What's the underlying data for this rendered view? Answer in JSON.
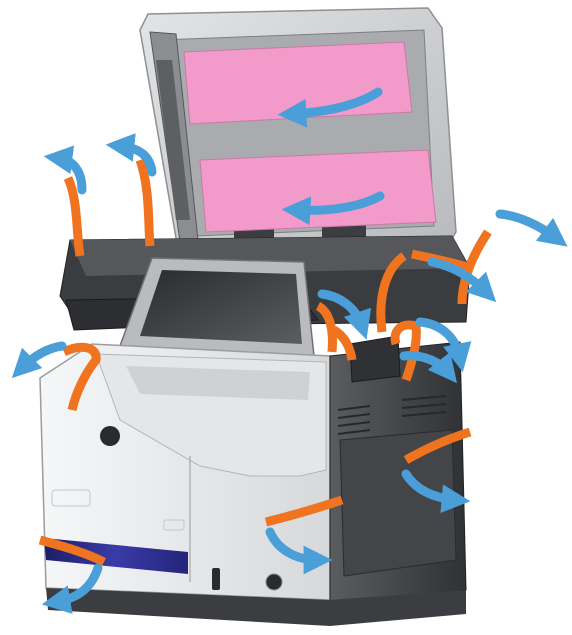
{
  "illustration": {
    "subject": "printer-unpacking-tape-removal",
    "colors": {
      "tape": "#f0731f",
      "tape_dark": "#c9560e",
      "arrow": "#4a9fd8",
      "protective_sheet": "#f29ac9",
      "scanner_lid": "#cfd0d2",
      "body_light": "#eceeef",
      "body_dark": "#4b4d50",
      "control_panel_screen": "#2a2b2e",
      "tray_band": "#2e2f8a"
    },
    "icons": {
      "tape_strip": "orange-tape-strip",
      "removal_arrow": "blue-curved-arrow",
      "logo": "hp-logo"
    },
    "tape_strip_count": 12,
    "removal_arrow_count": 13,
    "protective_sheet_count": 2
  }
}
